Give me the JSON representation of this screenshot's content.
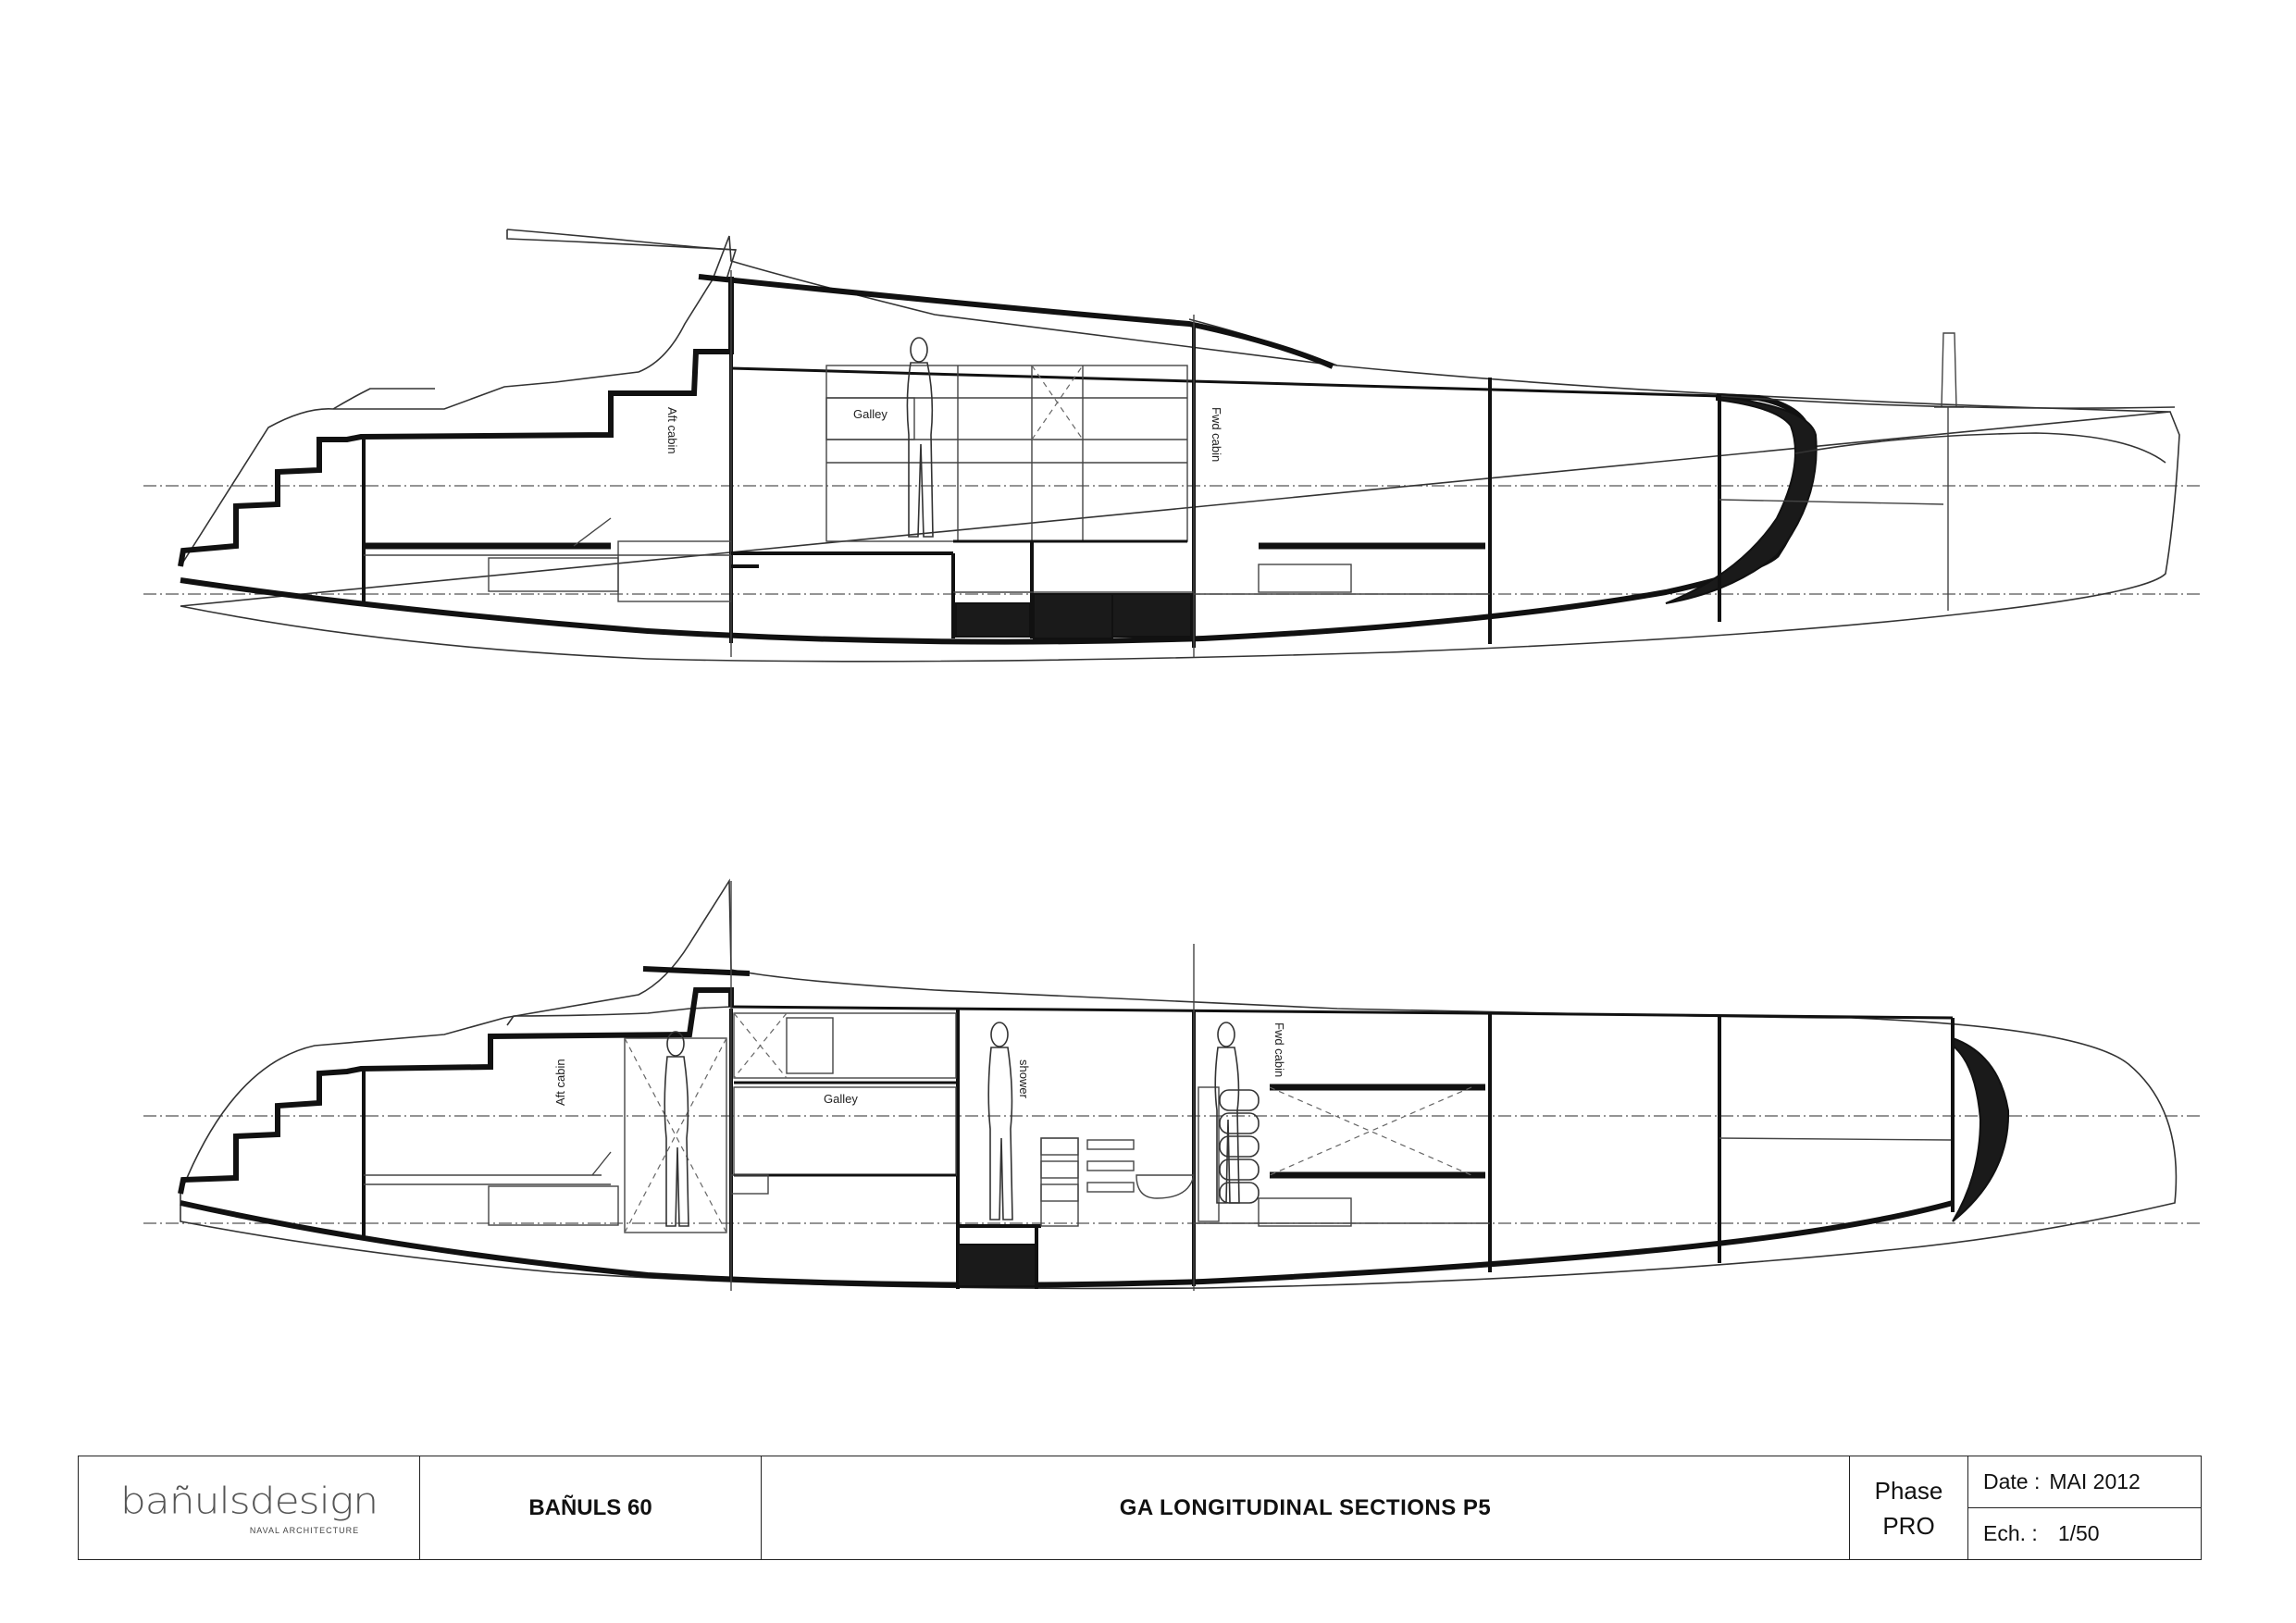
{
  "title_block": {
    "logo_word": "bañulsdesign",
    "logo_subtitle": "NAVAL ARCHITECTURE",
    "project": "BAÑULS 60",
    "drawing_title": "GA LONGITUDINAL SECTIONS P5",
    "phase_label": "Phase",
    "phase_value": "PRO",
    "date_label": "Date :",
    "date_value": "MAI  2012",
    "scale_label": "Ech. :",
    "scale_value": "1/50"
  },
  "upper_section": {
    "labels": {
      "aft_cabin": "Aft cabin",
      "galley": "Galley",
      "fwd_cabin": "Fwd cabin"
    }
  },
  "lower_section": {
    "labels": {
      "aft_cabin": "Aft cabin",
      "galley": "Galley",
      "shower": "shower",
      "fwd_cabin": "Fwd cabin"
    }
  }
}
